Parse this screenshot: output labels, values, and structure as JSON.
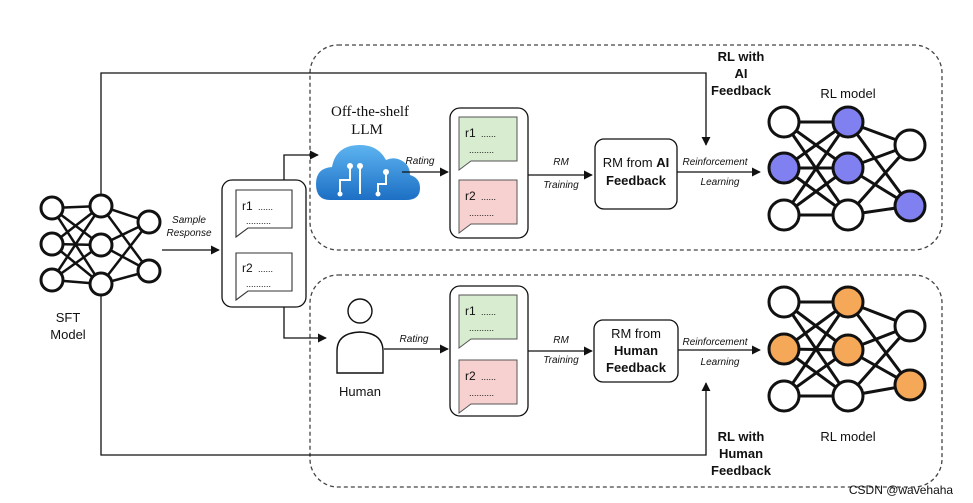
{
  "sft": {
    "line1": "SFT",
    "line2": "Model"
  },
  "sample_response": {
    "line1": "Sample",
    "line2": "Response"
  },
  "responses": {
    "r1": "r1",
    "r2": "r2",
    "dots": "......",
    "dots_long": ".........."
  },
  "llm": {
    "line1": "Off-the-shelf",
    "line2": "LLM"
  },
  "human": {
    "label": "Human"
  },
  "rating": "Rating",
  "rm_training": {
    "line1": "RM",
    "line2": "Training"
  },
  "rm_ai": {
    "line1": "RM from",
    "line1_bold": "AI",
    "line2": "Feedback"
  },
  "rm_human": {
    "line1": "RM from",
    "line2": "Human",
    "line3": "Feedback"
  },
  "reinforcement_learning": {
    "line1": "Reinforcement",
    "line2": "Learning"
  },
  "rlaif": {
    "line1": "RL with",
    "line2": "AI",
    "line3": "Feedback"
  },
  "rlhf": {
    "line1": "RL with",
    "line2": "Human",
    "line3": "Feedback"
  },
  "rl_model_label": "RL model",
  "watermark": "CSDN @wavehaha",
  "colors": {
    "ai_node": "#8080f0",
    "human_node": "#f5a857",
    "good_bubble": "#d8ecd0",
    "bad_bubble": "#f6d1cf",
    "cloud": "#2a8ad8"
  }
}
